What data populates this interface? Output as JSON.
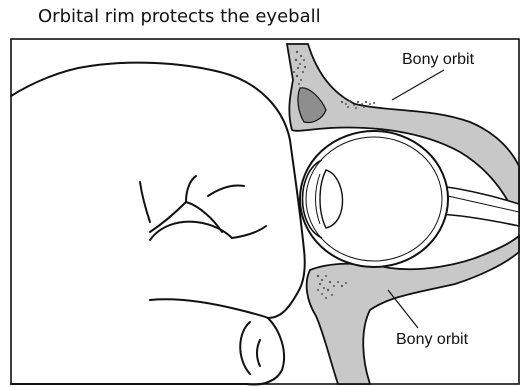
{
  "title": "Orbital rim protects the eyeball",
  "labels": {
    "upper": "Bony orbit",
    "lower": "Bony orbit"
  },
  "colors": {
    "bone": "#c8c8c8",
    "bone_dark": "#8e8e8e",
    "outline": "#111111",
    "background": "#ffffff"
  }
}
